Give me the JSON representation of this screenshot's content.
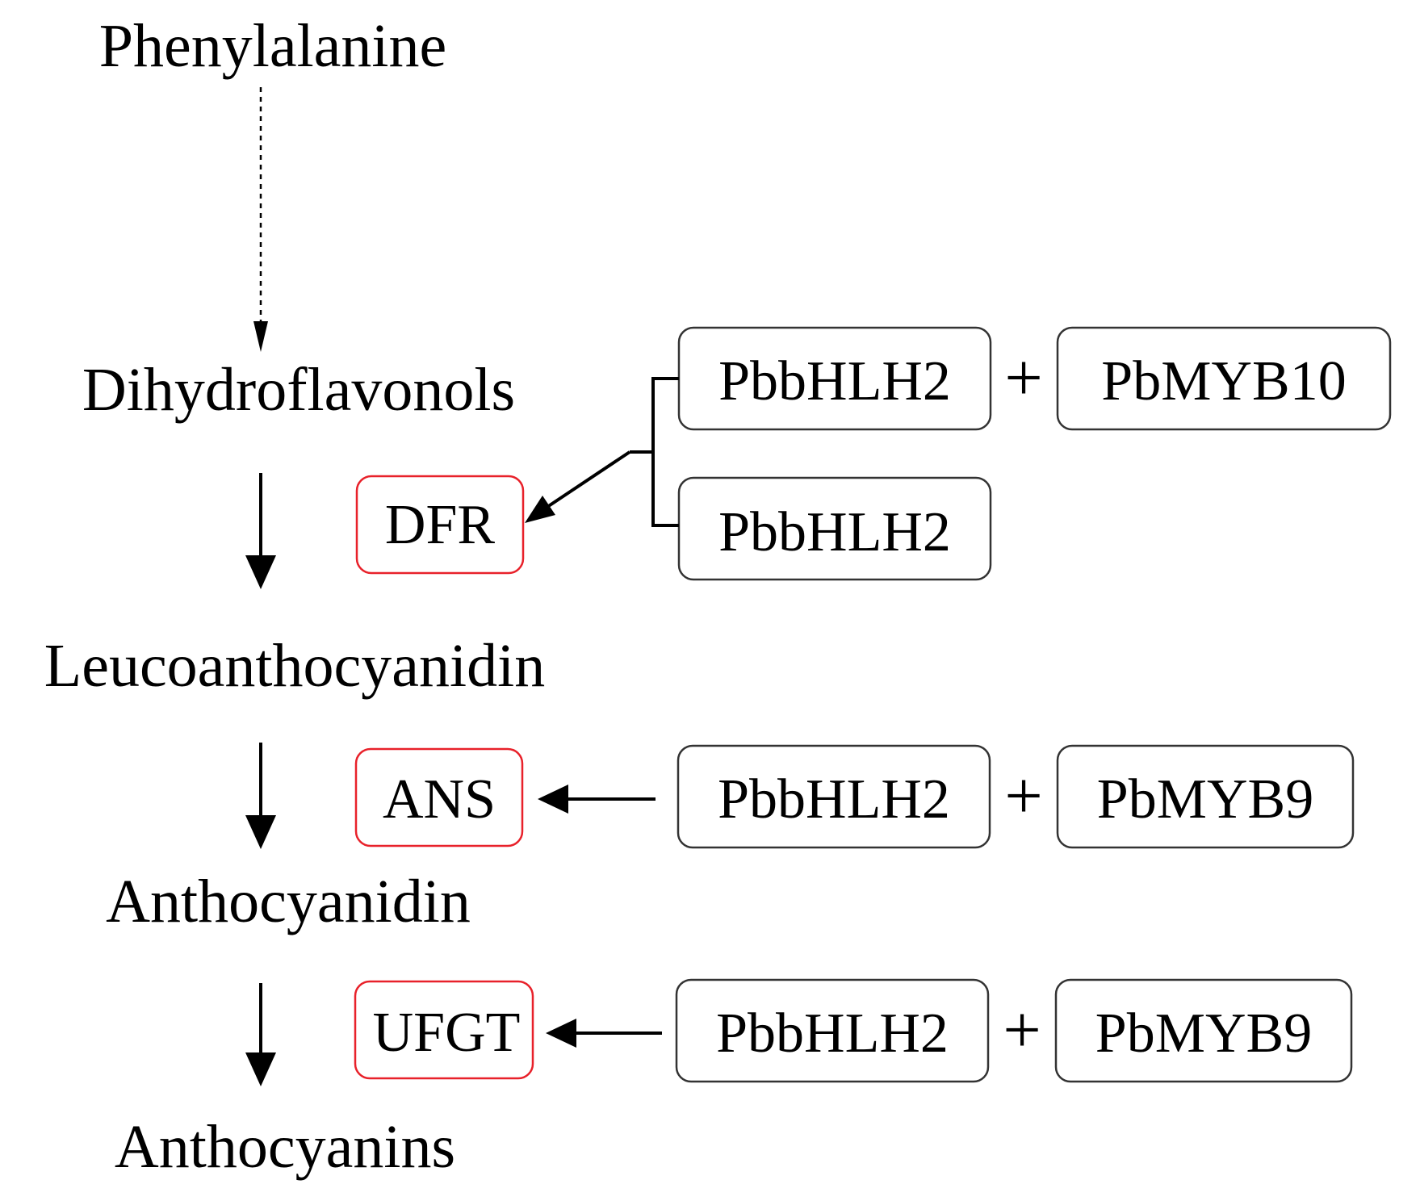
{
  "colors": {
    "enzyme_border": "#e8212a",
    "regulator_border": "#333333",
    "arrow": "#000000",
    "text": "#000000"
  },
  "metabolites": {
    "phenylalanine": "Phenylalanine",
    "dihydroflavonols": "Dihydroflavonols",
    "leucoanthocyanidin": "Leucoanthocyanidin",
    "anthocyanidin": "Anthocyanidin",
    "anthocyanins": "Anthocyanins"
  },
  "enzymes": {
    "dfr": "DFR",
    "ans": "ANS",
    "ufgt": "UFGT"
  },
  "regulators": {
    "dfr_complex": {
      "bhlh": "PbbHLH2",
      "plus": "+",
      "myb": "PbMYB10",
      "bhlh_alone": "PbbHLH2"
    },
    "ans_complex": {
      "bhlh": "PbbHLH2",
      "plus": "+",
      "myb": "PbMYB9"
    },
    "ufgt_complex": {
      "bhlh": "PbbHLH2",
      "plus": "+",
      "myb": "PbMYB9"
    }
  }
}
